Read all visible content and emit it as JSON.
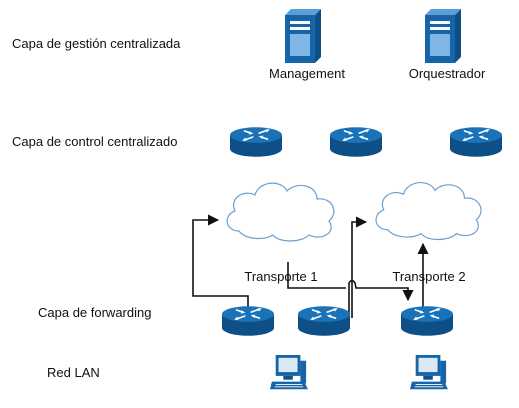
{
  "layers": {
    "management": "Capa de gestión centralizada",
    "control": "Capa de control centralizado",
    "forwarding": "Capa de forwarding",
    "lan": "Red LAN"
  },
  "servers": [
    {
      "label": "Management",
      "icon": "server-icon"
    },
    {
      "label": "Orquestrador",
      "icon": "server-icon"
    }
  ],
  "clouds": [
    {
      "label": "Transporte 1",
      "icon": "cloud-icon"
    },
    {
      "label": "Transporte 2",
      "icon": "cloud-icon"
    }
  ],
  "routers": {
    "control_count": 3,
    "forwarding_count": 3,
    "icon": "router-icon"
  },
  "lan_hosts": {
    "count": 2,
    "icon": "computer-icon"
  },
  "colors": {
    "device_blue": "#1565a8",
    "device_dark": "#0d4f86",
    "cloud_stroke": "#6a9fd0",
    "arrow": "#111111"
  }
}
